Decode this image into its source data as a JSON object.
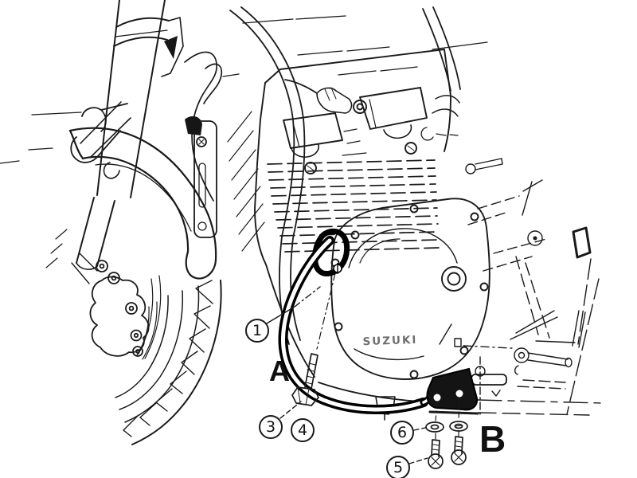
{
  "diagram": {
    "background_color": "#ffffff",
    "line_color": "#1a1a1a",
    "highlight_color": "#000000",
    "engine_badge": "SUZUKI",
    "callouts": {
      "c1": "1",
      "c3": "3",
      "c4": "4",
      "c5": "5",
      "c6": "6"
    },
    "section_labels": {
      "a": "A",
      "b": "B"
    }
  }
}
